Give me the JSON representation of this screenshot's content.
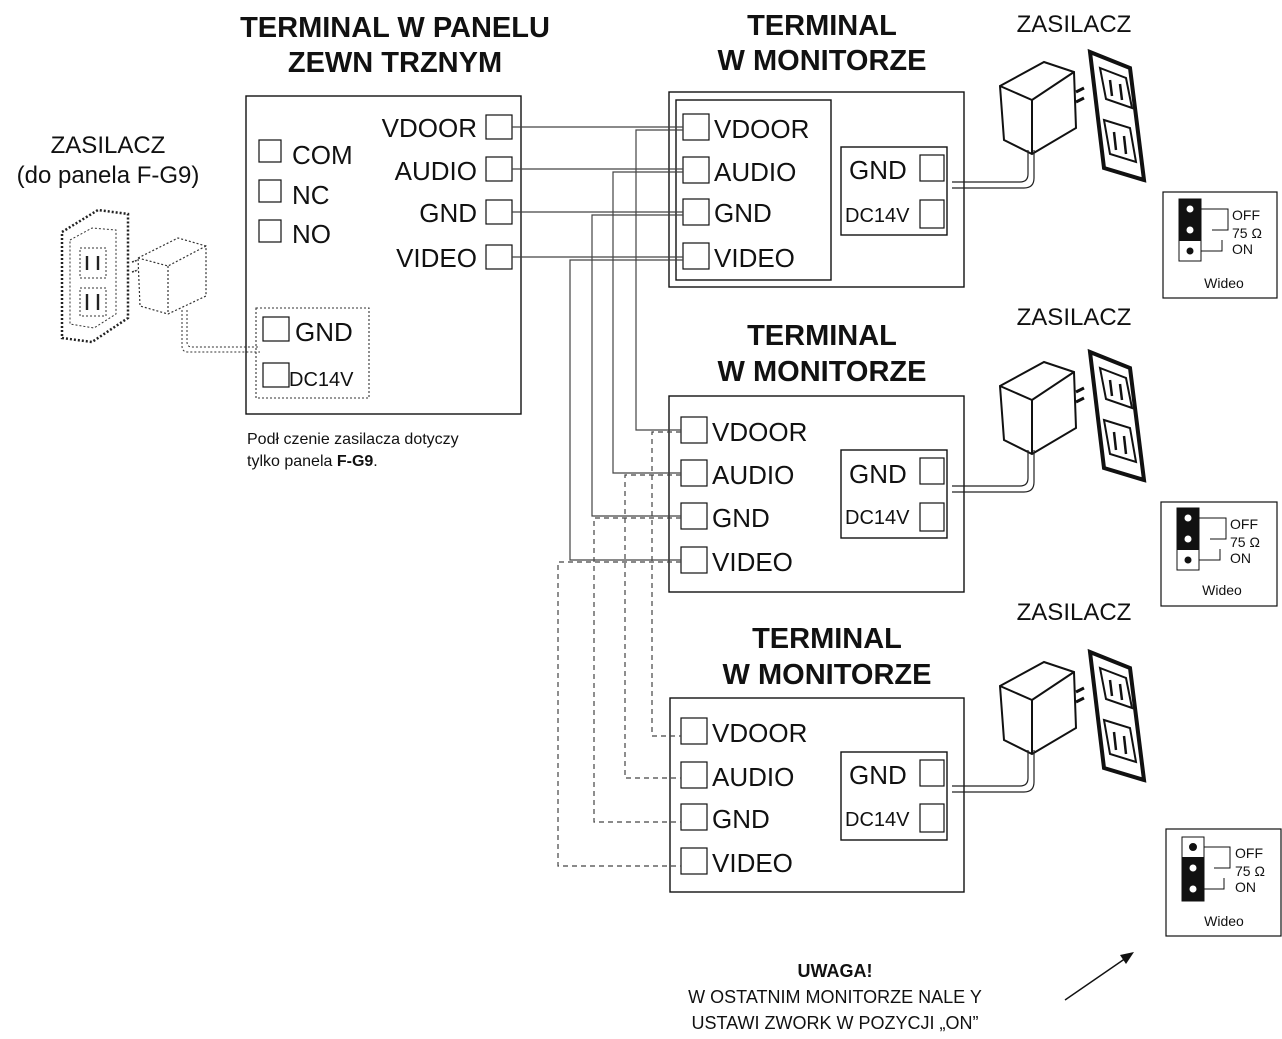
{
  "panel": {
    "title_line1": "TERMINAL W PANELU",
    "title_line2": "ZEWN TRZNYM",
    "terminals_left": [
      "COM",
      "NC",
      "NO"
    ],
    "terminals_right": [
      "VDOOR",
      "AUDIO",
      "GND",
      "VIDEO"
    ],
    "power_terminals": [
      "GND",
      "DC14V"
    ],
    "note_line1": "Podł  czenie zasilacza dotyczy",
    "note_line2_prefix": "tylko panela ",
    "note_line2_bold": "F-G9",
    "note_line2_suffix": "."
  },
  "left_psu": {
    "label_line1": "ZASILACZ",
    "label_line2": "(do panela F-G9)"
  },
  "monitors": [
    {
      "title_line1": "TERMINAL",
      "title_line2": "W MONITORZE",
      "terminals": [
        "VDOOR",
        "AUDIO",
        "GND",
        "VIDEO"
      ],
      "power_terminals": [
        "GND",
        "DC14V"
      ],
      "psu_label": "ZASILACZ",
      "jumper": {
        "off": "OFF",
        "ohm": "75 Ω",
        "on": "ON",
        "caption": "Wideo",
        "position": "OFF"
      }
    },
    {
      "title_line1": "TERMINAL",
      "title_line2": "W MONITORZE",
      "terminals": [
        "VDOOR",
        "AUDIO",
        "GND",
        "VIDEO"
      ],
      "power_terminals": [
        "GND",
        "DC14V"
      ],
      "psu_label": "ZASILACZ",
      "jumper": {
        "off": "OFF",
        "ohm": "75 Ω",
        "on": "ON",
        "caption": "Wideo",
        "position": "OFF"
      }
    },
    {
      "title_line1": "TERMINAL",
      "title_line2": "W MONITORZE",
      "terminals": [
        "VDOOR",
        "AUDIO",
        "GND",
        "VIDEO"
      ],
      "power_terminals": [
        "GND",
        "DC14V"
      ],
      "psu_label": "",
      "jumper": {
        "off": "OFF",
        "ohm": "75 Ω",
        "on": "ON",
        "caption": "Wideo",
        "position": "ON"
      }
    }
  ],
  "bottom_psu_label": "ZASILACZ",
  "warning": {
    "title": "UWAGA!",
    "line1": "W OSTATNIM MONITORZE NALE  Y",
    "line2": "USTAWI   ZWORK   W POZYCJI „ON”"
  }
}
